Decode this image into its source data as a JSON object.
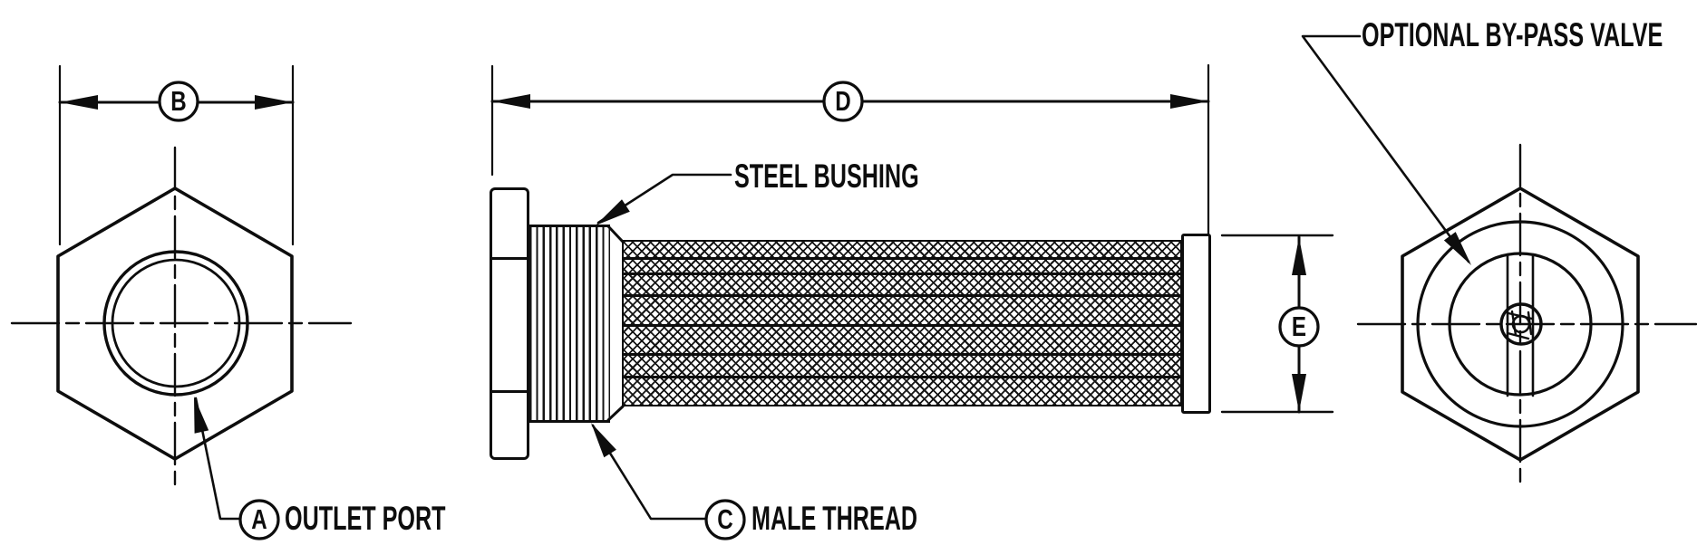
{
  "drawing": {
    "callouts": {
      "a": "A",
      "b": "B",
      "c": "C",
      "d": "D",
      "e": "E"
    },
    "labels": {
      "outlet_port": "OUTLET PORT",
      "steel_bushing": "STEEL BUSHING",
      "male_thread": "MALE THREAD",
      "bypass_valve": "OPTIONAL BY-PASS VALVE"
    },
    "colors": {
      "ink": "#0d0d0d",
      "background": "#ffffff"
    }
  }
}
